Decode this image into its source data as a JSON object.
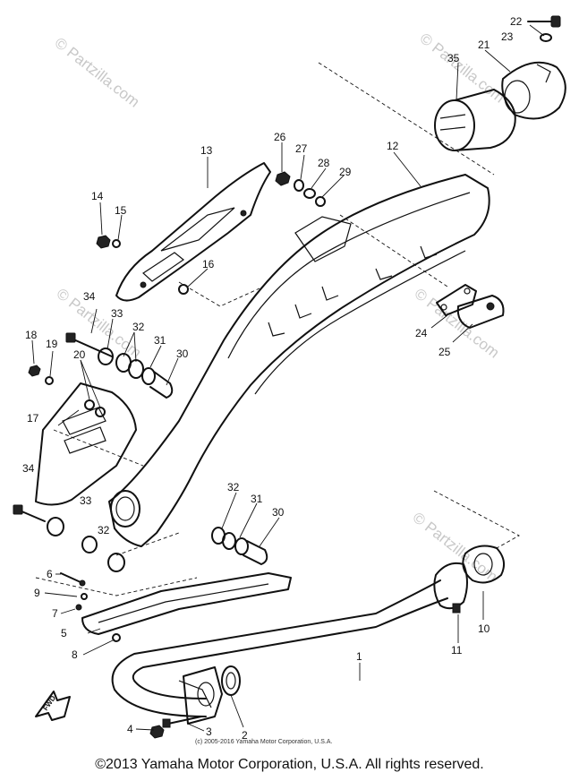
{
  "watermark": "© Partzilla.com",
  "inner_copyright": "(c) 2005-2016 Yamaha Motor Corporation, U.S.A.",
  "footer_copyright": "©2013 Yamaha Motor Corporation, U.S.A. All rights reserved.",
  "fwd_label": "FWD",
  "callouts": {
    "c1": "1",
    "c2": "2",
    "c3": "3",
    "c4": "4",
    "c5": "5",
    "c6": "6",
    "c7": "7",
    "c8": "8",
    "c9": "9",
    "c10": "10",
    "c11": "11",
    "c12": "12",
    "c13": "13",
    "c14": "14",
    "c15": "15",
    "c16": "16",
    "c17": "17",
    "c18": "18",
    "c19": "19",
    "c20": "20",
    "c21": "21",
    "c22": "22",
    "c23": "23",
    "c24": "24",
    "c25": "25",
    "c26": "26",
    "c27": "27",
    "c28": "28",
    "c29": "29",
    "c30a": "30",
    "c30b": "30",
    "c31a": "31",
    "c31b": "31",
    "c32a": "32",
    "c32b": "32",
    "c32c": "32",
    "c33a": "33",
    "c33b": "33",
    "c34a": "34",
    "c34b": "34",
    "c35": "35"
  }
}
